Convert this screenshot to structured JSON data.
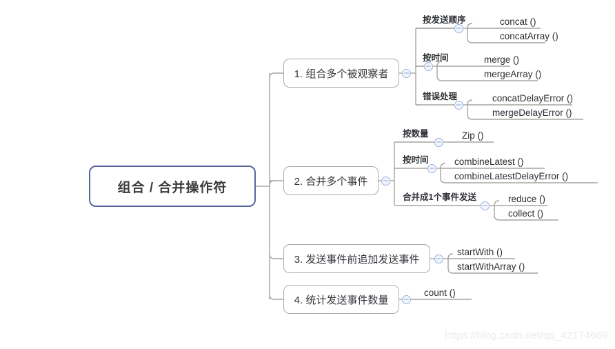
{
  "diagram": {
    "type": "mindmap",
    "title": "组合 / 合并操作符",
    "root": {
      "label": "组合 / 合并操作符",
      "collapse_icon": "collapse-minus-icon"
    },
    "branches": [
      {
        "id": "branch-1",
        "label": "1. 组合多个被观察者",
        "collapse_icon": "collapse-minus-icon",
        "groups": [
          {
            "id": "group-send-order",
            "label": "按发送顺序",
            "collapse_icon": "collapse-minus-icon",
            "leaves": [
              "concat ()",
              "concatArray ()"
            ]
          },
          {
            "id": "group-by-time-1",
            "label": "按时间",
            "collapse_icon": "collapse-minus-icon",
            "leaves": [
              "merge ()",
              "mergeArray ()"
            ]
          },
          {
            "id": "group-error-handling",
            "label": "错误处理",
            "collapse_icon": "collapse-minus-icon",
            "leaves": [
              "concatDelayError ()",
              "mergeDelayError ()"
            ]
          }
        ]
      },
      {
        "id": "branch-2",
        "label": "2. 合并多个事件",
        "collapse_icon": "collapse-minus-icon",
        "groups": [
          {
            "id": "group-by-count",
            "label": "按数量",
            "collapse_icon": "collapse-minus-icon",
            "leaves": [
              "Zip ()"
            ]
          },
          {
            "id": "group-by-time-2",
            "label": "按时间",
            "collapse_icon": "collapse-minus-icon",
            "leaves": [
              "combineLatest ()",
              "combineLatestDelayError ()"
            ]
          },
          {
            "id": "group-merge-into-one",
            "label": "合并成1个事件发送",
            "collapse_icon": "collapse-minus-icon",
            "leaves": [
              "reduce ()",
              "collect ()"
            ]
          }
        ]
      },
      {
        "id": "branch-3",
        "label": "3. 发送事件前追加发送事件",
        "collapse_icon": "collapse-minus-icon",
        "groups": [
          {
            "id": "group-start-with",
            "label": "",
            "collapse_icon": "collapse-minus-icon",
            "leaves": [
              "startWith ()",
              "startWithArray ()"
            ]
          }
        ]
      },
      {
        "id": "branch-4",
        "label": "4. 统计发送事件数量",
        "collapse_icon": "collapse-minus-icon",
        "groups": [
          {
            "id": "group-count",
            "label": "",
            "collapse_icon": "collapse-minus-icon",
            "leaves": [
              "count ()"
            ]
          }
        ]
      }
    ]
  },
  "watermark": {
    "text": "https://blog.csdn.net/qq_42174669"
  },
  "colors": {
    "root_border": "#56679c",
    "node_border": "#b0aaa4",
    "link": "#a9a39d",
    "text": "#2b2d31",
    "icon_border": "#9ab0dd",
    "watermark": "#ebebeb"
  }
}
